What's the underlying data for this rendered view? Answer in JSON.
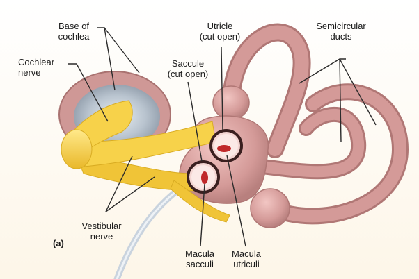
{
  "labels": {
    "base_of_cochlea": "Base of\ncochlea",
    "cochlear_nerve": "Cochlear\nnerve",
    "utricle": "Utricle\n(cut open)",
    "saccule": "Saccule\n(cut open)",
    "semicircular_ducts": "Semicircular\nducts",
    "vestibular_nerve": "Vestibular\nnerve",
    "macula_sacculi": "Macula\nsacculi",
    "macula_utriculi": "Macula\nutriculi",
    "panel": "(a)"
  },
  "colors": {
    "duct": "#d49a98",
    "duct_dark": "#b07775",
    "nerve": "#f7d24a",
    "nerve_dark": "#d9ac22",
    "cochlea_inner": "#aeb9c6",
    "macula": "#c0282a",
    "line": "#2b2b2b"
  }
}
